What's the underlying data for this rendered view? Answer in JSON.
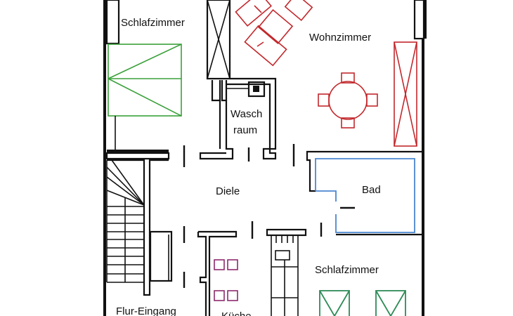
{
  "floorplan": {
    "rooms": [
      {
        "id": "schlafzimmer-1",
        "label": "Schlafzimmer"
      },
      {
        "id": "wohnzimmer",
        "label": "Wohnzimmer"
      },
      {
        "id": "waschraum",
        "label_line1": "Wasch",
        "label_line2": "raum"
      },
      {
        "id": "diele",
        "label": "Diele"
      },
      {
        "id": "bad",
        "label": "Bad"
      },
      {
        "id": "schlafzimmer-2",
        "label": "Schlafzimmer"
      },
      {
        "id": "flur-eingang",
        "label": "Flur-Eingang"
      },
      {
        "id": "kueche",
        "label": "Küche"
      }
    ],
    "colors": {
      "wall": "#111111",
      "living_furniture": "#c2282c",
      "bed_bedroom_1": "#3aa03a",
      "beds_bedroom_2": "#2e8b57",
      "kitchen_stove": "#8e2a6e",
      "bathroom": "#4a86d0"
    },
    "furniture": [
      {
        "room": "schlafzimmer-1",
        "type": "bed"
      },
      {
        "room": "wohnzimmer",
        "type": "sofa-set"
      },
      {
        "room": "wohnzimmer",
        "type": "round-table-with-4-chairs"
      },
      {
        "room": "wohnzimmer",
        "type": "cabinet"
      },
      {
        "room": "schlafzimmer-1",
        "type": "wardrobe"
      },
      {
        "room": "kueche",
        "type": "stove-burners"
      },
      {
        "room": "schlafzimmer-2",
        "type": "beds"
      },
      {
        "room": "flur-eingang",
        "type": "staircase"
      }
    ]
  }
}
